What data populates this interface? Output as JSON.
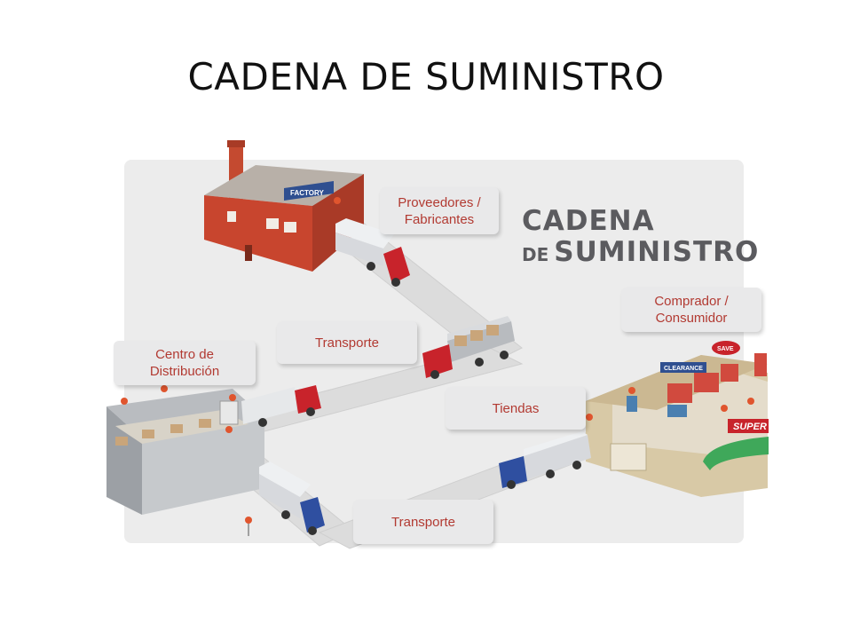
{
  "title": "CADENA DE SUMINISTRO",
  "brand": {
    "line1": "CADENA",
    "line2_prefix": "DE",
    "line2_main": "SUMINISTRO"
  },
  "labels": {
    "proveedores": "Proveedores /\nFabricantes",
    "transporte_1": "Transporte",
    "centro": "Centro de\nDistribución",
    "comprador": "Comprador /\nConsumidor",
    "tiendas": "Tiendas",
    "transporte_2": "Transporte"
  },
  "signs": {
    "factory": "FACTORY",
    "clearance": "CLEARANCE",
    "save": "SAVE",
    "super": "SUPER"
  },
  "colors": {
    "label_text": "#b23a32",
    "brick": "#c8452e",
    "road": "#d9d9d9",
    "truck_red": "#c8232b",
    "truck_blue": "#2f4fa0",
    "pin": "#e0552e"
  }
}
